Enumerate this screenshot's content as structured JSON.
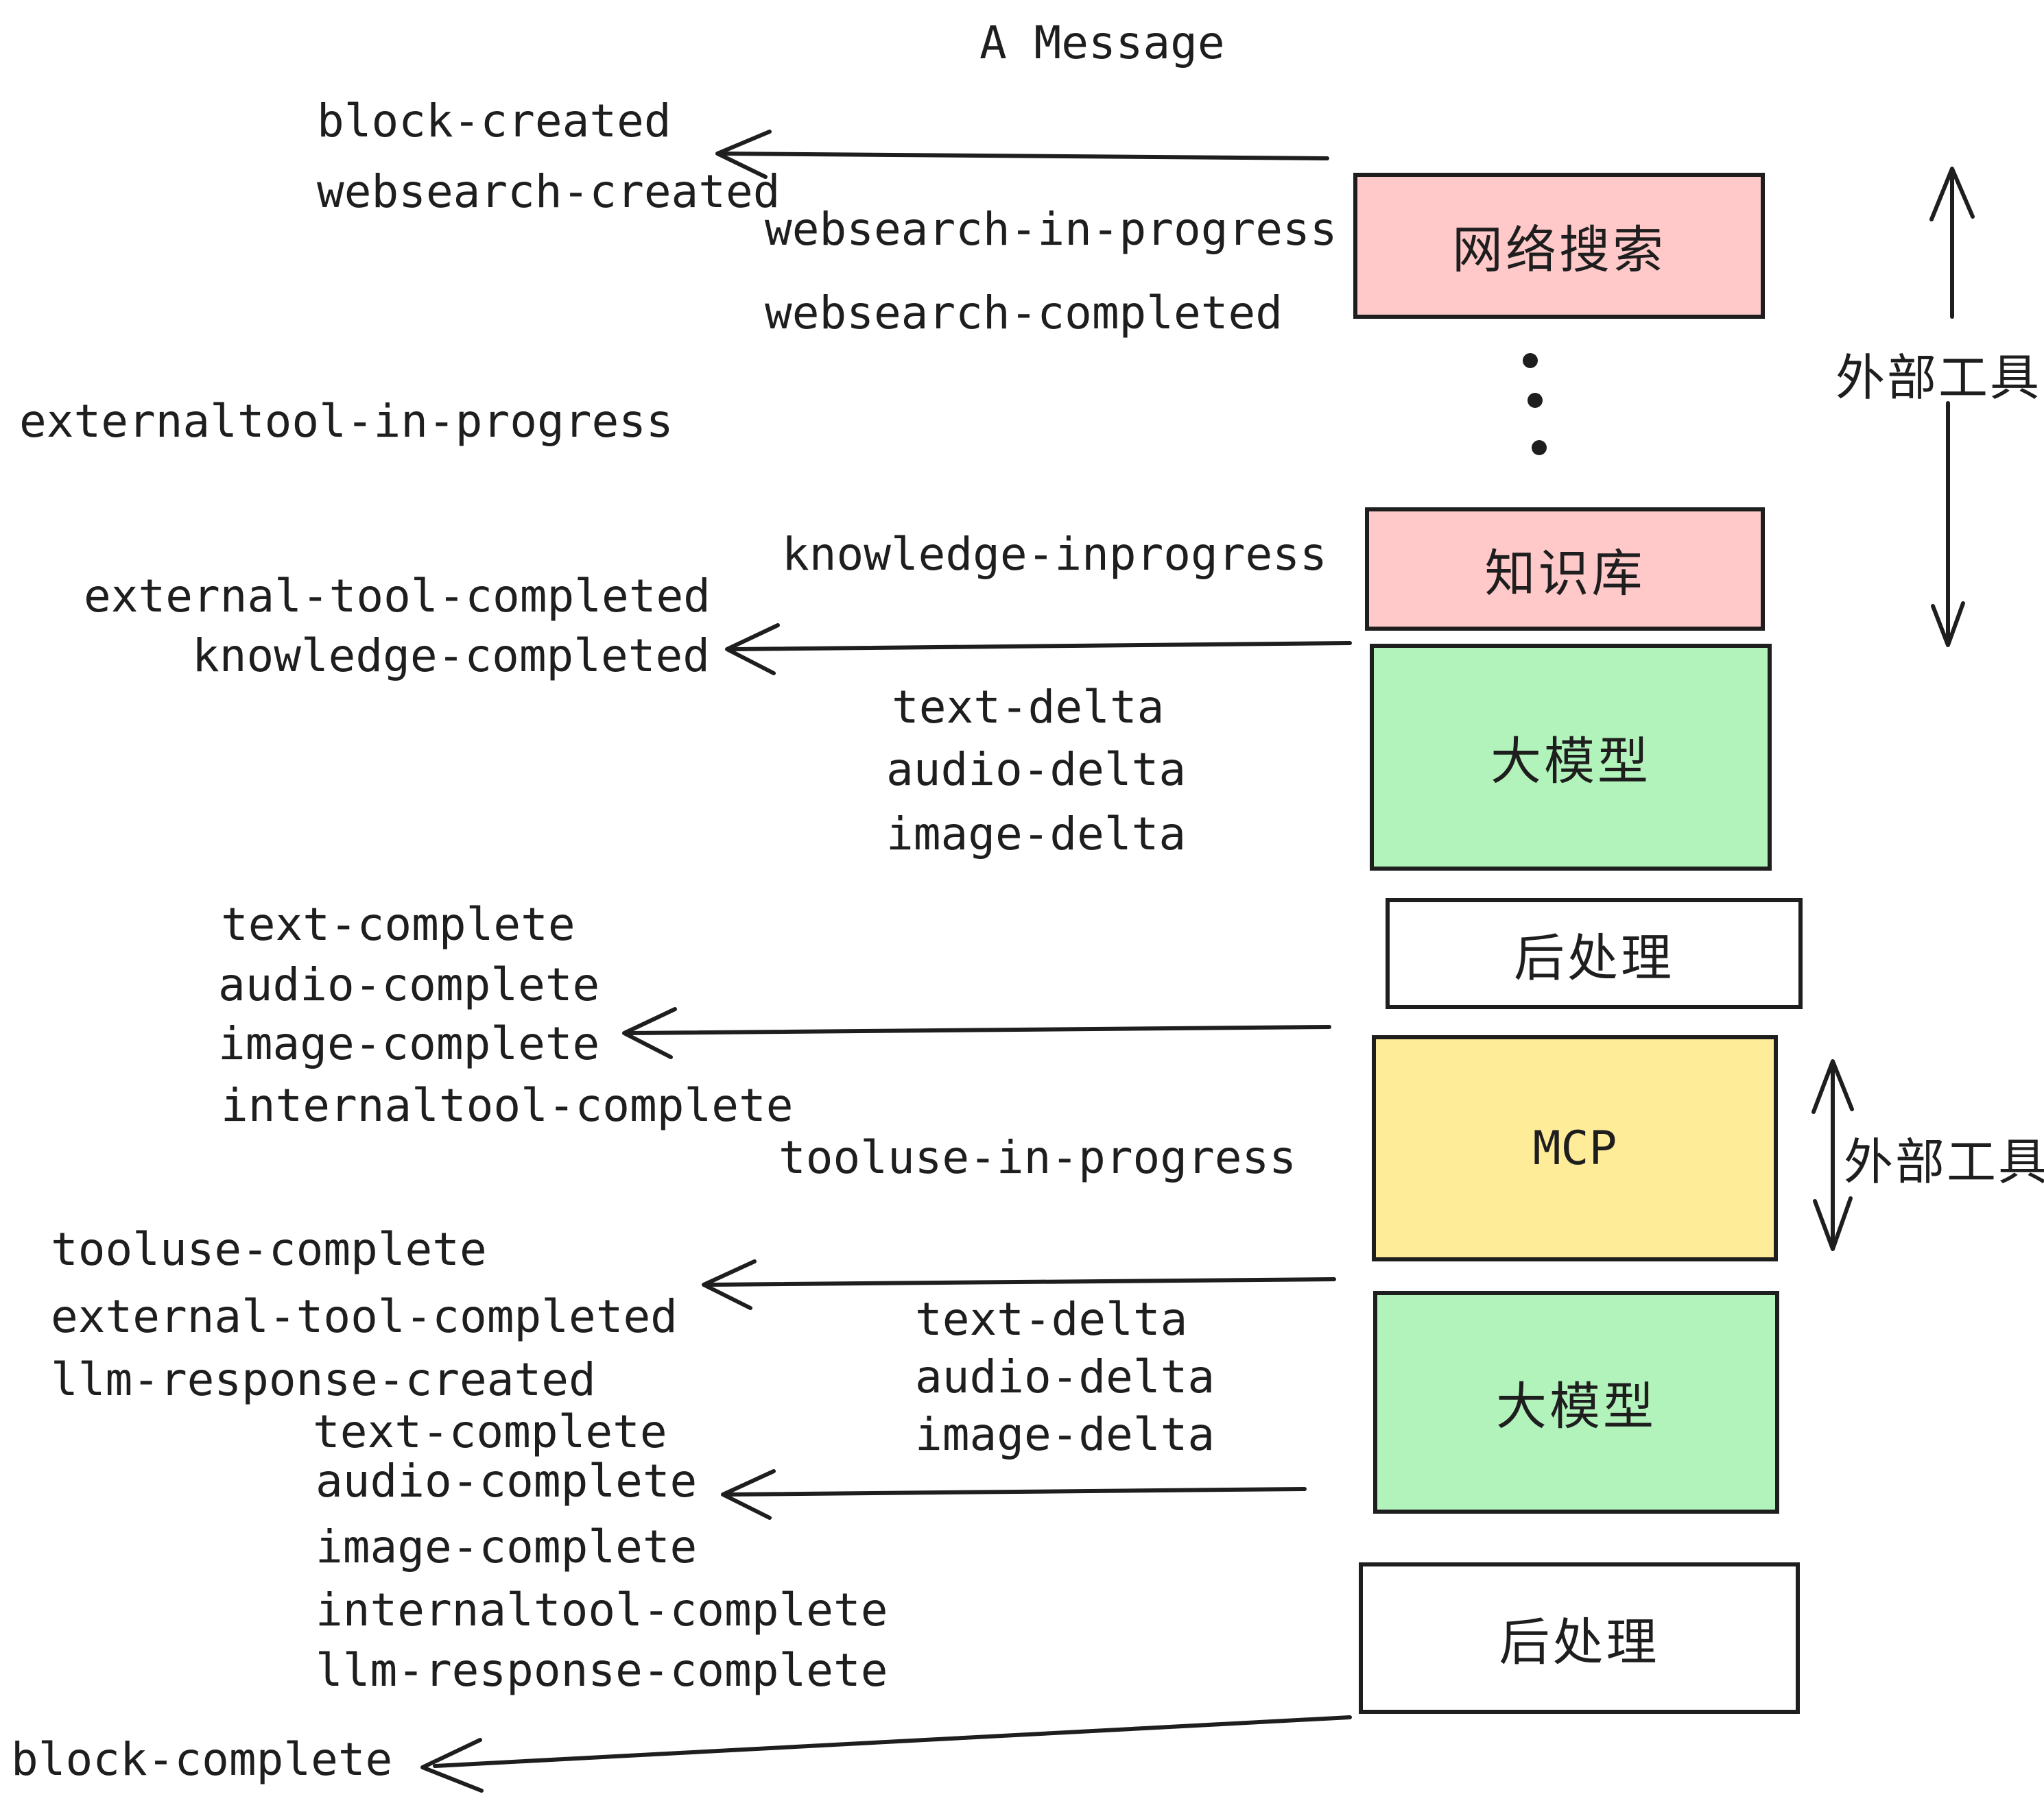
{
  "title": "A Message",
  "palette": {
    "pink": "#ffc9c9",
    "green": "#b2f2bb",
    "yellow": "#ffec99",
    "white": "#ffffff",
    "ink": "#1e1e1e",
    "background": "#ffffff"
  },
  "boxes": {
    "websearch": {
      "label": "网络搜索"
    },
    "knowledge": {
      "label": "知识库"
    },
    "llm1": {
      "label": "大模型"
    },
    "post1": {
      "label": "后处理"
    },
    "mcp": {
      "label": "MCP"
    },
    "llm2": {
      "label": "大模型"
    },
    "post2": {
      "label": "后处理"
    }
  },
  "side_labels": {
    "top": "外部工具",
    "bottom": "外部工具"
  },
  "events": {
    "block_created": "block-created",
    "websearch_created": "websearch-created",
    "websearch_in_progress": "websearch-in-progress",
    "websearch_completed": "websearch-completed",
    "externaltool_in_progress": "externaltool-in-progress",
    "knowledge_inprogress": "knowledge-inprogress",
    "external_tool_completed_1": "external-tool-completed",
    "knowledge_completed": "knowledge-completed",
    "text_delta_1": "text-delta",
    "audio_delta_1": "audio-delta",
    "image_delta_1": "image-delta",
    "text_complete_1": "text-complete",
    "audio_complete_1": "audio-complete",
    "image_complete_1": "image-complete",
    "internaltool_complete_1": "internaltool-complete",
    "tooluse_in_progress": "tooluse-in-progress",
    "tooluse_complete": "tooluse-complete",
    "external_tool_completed_2": "external-tool-completed",
    "llm_response_created": "llm-response-created",
    "text_complete_2": "text-complete",
    "text_delta_2": "text-delta",
    "audio_delta_2": "audio-delta",
    "image_delta_2": "image-delta",
    "audio_complete_2": "audio-complete",
    "image_complete_2": "image-complete",
    "internaltool_complete_2": "internaltool-complete",
    "llm_response_complete": "llm-response-complete",
    "block_complete": "block-complete"
  }
}
